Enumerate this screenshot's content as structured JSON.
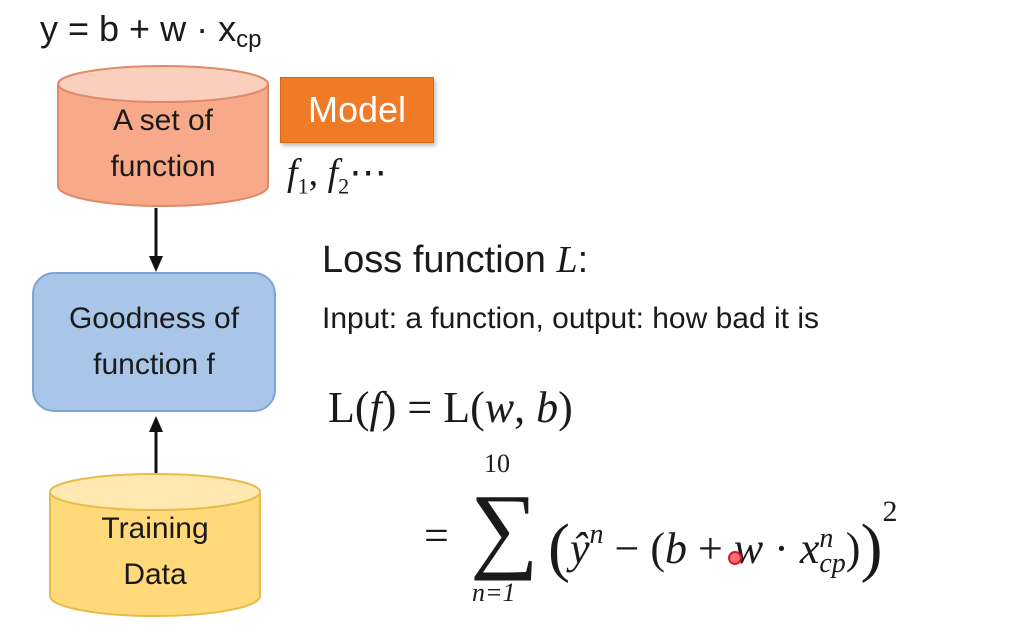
{
  "formula_top": {
    "prefix": "y = b + w · x",
    "subscript": "cp"
  },
  "set_of_function": {
    "line1": "A set of",
    "line2": "function"
  },
  "model_label": "Model",
  "functions": {
    "f1": "f",
    "s1": "1",
    "sep": ", ",
    "f2": "f",
    "s2": "2",
    "dots": "⋯"
  },
  "goodness": {
    "line1": "Goodness of",
    "line2": "function f"
  },
  "training_data": {
    "line1": "Training",
    "line2": "Data"
  },
  "loss_title": {
    "text": "Loss function ",
    "symbol": "L",
    "colon": ":"
  },
  "loss_description": "Input: a function, output: how bad it is",
  "equation1": {
    "L1": "L(",
    "f": "f",
    "mid": ") = L(",
    "w": "w",
    "comma": ", ",
    "b": "b",
    "close": ")"
  },
  "equation2": {
    "equals": "=",
    "sum_upper": "10",
    "sum_lower": "n=1",
    "sum_symbol": "∑",
    "open_big": "(",
    "yhat": "ŷ",
    "n_sup": "n",
    "minus": " − (",
    "b": "b",
    "plus": " + ",
    "w": "w",
    "dot": " · ",
    "x": "x",
    "x_sup": "n",
    "x_sub": "cp",
    "close_small": ")",
    "close_big": ")",
    "power": "2"
  },
  "colors": {
    "cylinder_orange": "#f7a989",
    "cylinder_yellow": "#ffd97a",
    "goodness_blue": "#a9c6e8",
    "model_orange": "#ef7b26",
    "cursor_red": "#ff6e78"
  }
}
